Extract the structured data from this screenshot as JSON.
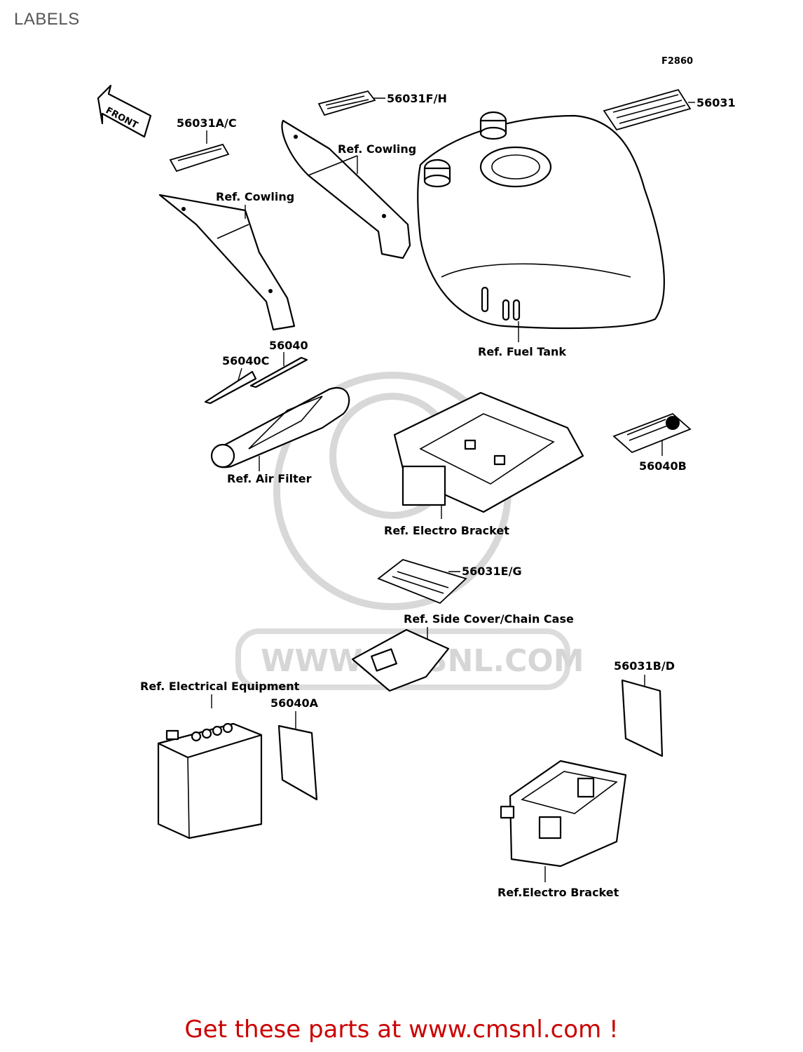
{
  "page": {
    "title": "LABELS",
    "figure_code": "F2860"
  },
  "watermark": {
    "text": "WWW.CMSNL.COM"
  },
  "callouts": {
    "p56031af_h": "56031F/H",
    "p56031": "56031",
    "p56031ac": "56031A/C",
    "ref_cowling_right": "Ref. Cowling",
    "ref_cowling_left": "Ref. Cowling",
    "ref_fuel_tank": "Ref. Fuel Tank",
    "p56040": "56040",
    "p56040c": "56040C",
    "ref_air_filter": "Ref. Air Filter",
    "ref_electro_bracket_mid": "Ref. Electro Bracket",
    "p56040b": "56040B",
    "p56031eg": "56031E/G",
    "ref_side_cover": "Ref. Side Cover/Chain Case",
    "ref_electrical_equipment": "Ref. Electrical Equipment",
    "p56040a": "56040A",
    "p56031bd": "56031B/D",
    "ref_electro_bracket_bottom": "Ref.Electro Bracket",
    "front_arrow": "FRONT"
  },
  "footer": {
    "text": "Get these parts at www.cmsnl.com !",
    "color": "#cc0000"
  }
}
